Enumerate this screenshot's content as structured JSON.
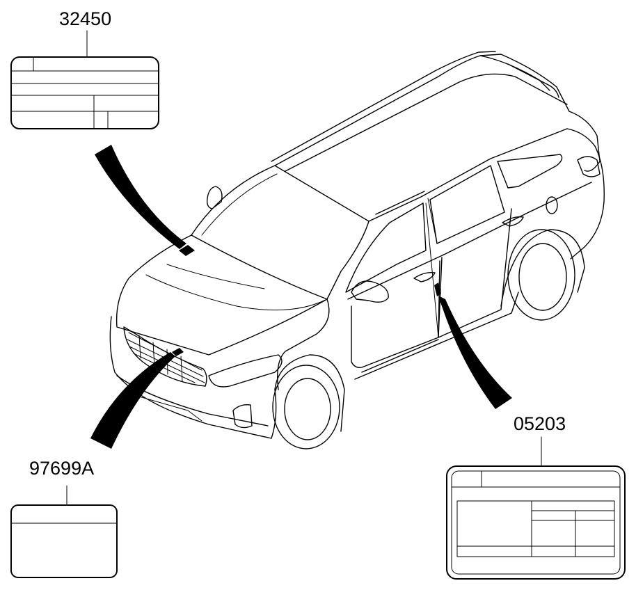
{
  "callouts": {
    "top_left": {
      "part_number": "32450"
    },
    "bottom_left": {
      "part_number": "97699A"
    },
    "bottom_right": {
      "part_number": "05203"
    }
  },
  "colors": {
    "line": "#000000",
    "background": "#ffffff"
  }
}
